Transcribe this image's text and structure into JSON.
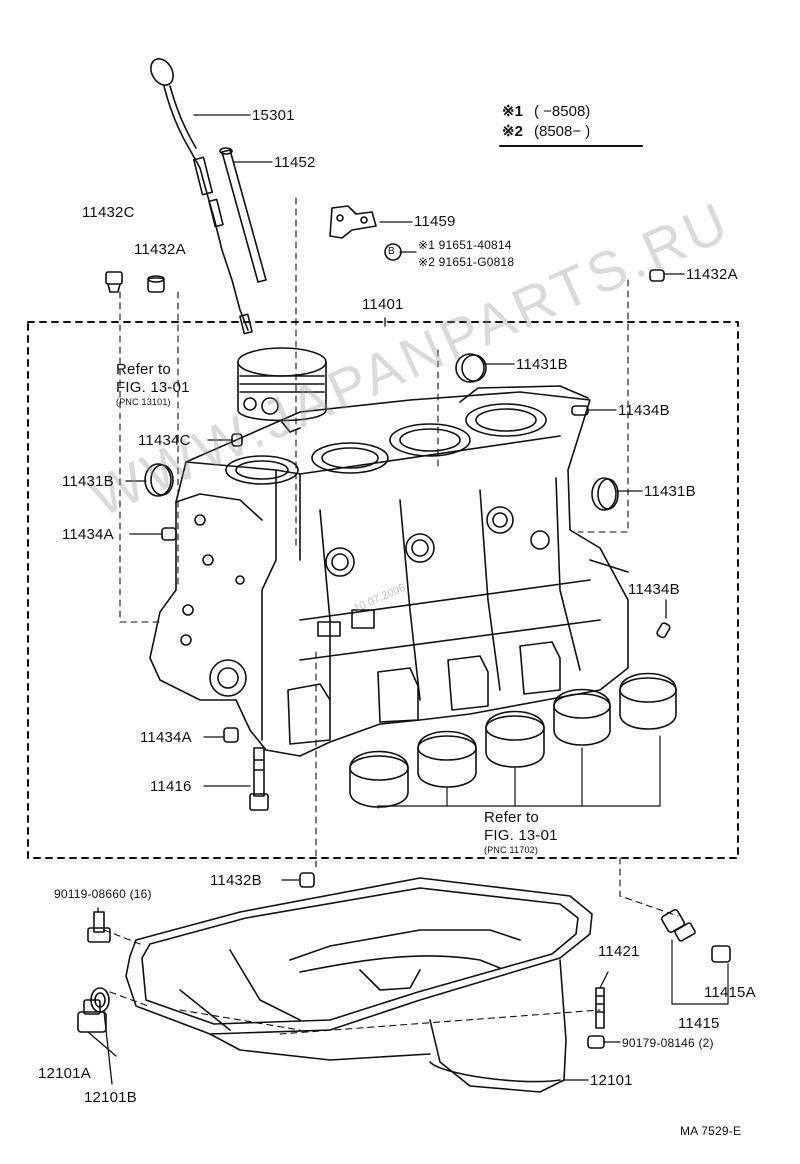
{
  "legend": {
    "line1_mark": "※1",
    "line1_value": "(        −8508)",
    "line2_mark": "※2",
    "line2_value": "(8508−        )"
  },
  "labels": {
    "p15301": "15301",
    "p11452": "11452",
    "p11459": "11459",
    "p11432C": "11432C",
    "p11432A_left": "11432A",
    "p11432A_right": "11432A",
    "bolt_b_marker": "B",
    "bolt_note_1": "※1 91651-40814",
    "bolt_note_2": "※2 91651-G0818",
    "p11401": "11401",
    "refer_to_1": "Refer to",
    "fig_1": "FIG. 13-01",
    "pnc_1": "(PNC 13101)",
    "p11431B_top": "11431B",
    "p11434B_top": "11434B",
    "p11434C": "11434C",
    "p11431B_left": "11431B",
    "p11431B_right": "11431B",
    "p11434A_top": "11434A",
    "p11434B_mid": "11434B",
    "p11434A_bottom": "11434A",
    "p11416": "11416",
    "refer_to_2": "Refer to",
    "fig_2": "FIG. 13-01",
    "pnc_2": "(PNC 11702)",
    "p11432B": "11432B",
    "p90119": "90119-08660 (16)",
    "p11421": "11421",
    "p11415A": "11415A",
    "p11415": "11415",
    "p90179": "90179-08146 (2)",
    "p12101A": "12101A",
    "p12101B": "12101B",
    "p12101": "12101",
    "diagram_code": "MA 7529-E"
  },
  "watermark": {
    "text": "WWW.JAPANPARTS.RU",
    "date_stamp": "10.07.2006"
  },
  "colors": {
    "ink": "#111111",
    "watermark": "#969696"
  }
}
